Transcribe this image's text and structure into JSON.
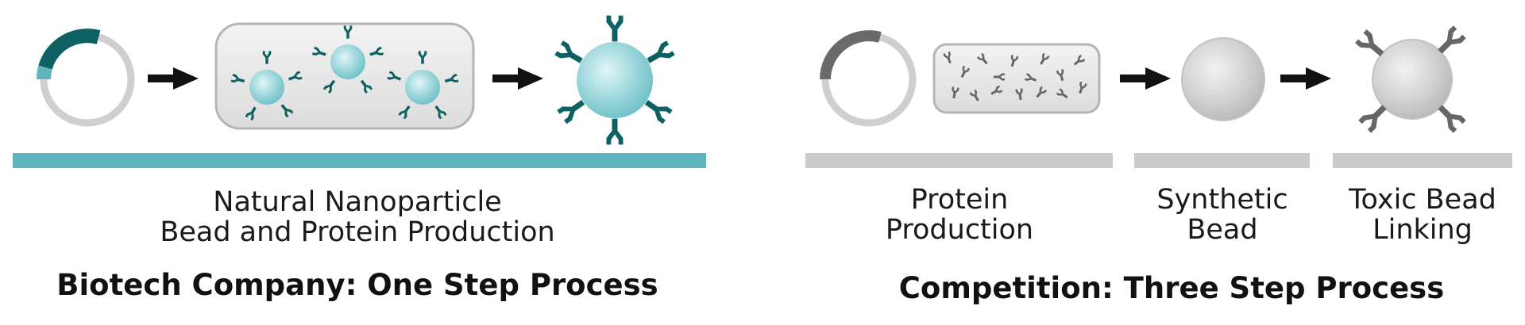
{
  "colors": {
    "teal_dark": "#0d6163",
    "teal_mid": "#5fb4bd",
    "teal_light": "#b8e3e6",
    "gray_dark": "#666666",
    "gray_mid": "#c9c9c9",
    "gray_light": "#e6e6e6",
    "arrow": "#111111"
  },
  "left_panel": {
    "caption": "Natural Nanoparticle\nBead and Protein Production",
    "heading": "Biotech Company: One Step Process"
  },
  "right_panel": {
    "steps": [
      {
        "caption": "Protein\nProduction"
      },
      {
        "caption": "Synthetic\nBead"
      },
      {
        "caption": "Toxic Bead\nLinking"
      }
    ],
    "heading": "Competition: Three Step Process"
  }
}
